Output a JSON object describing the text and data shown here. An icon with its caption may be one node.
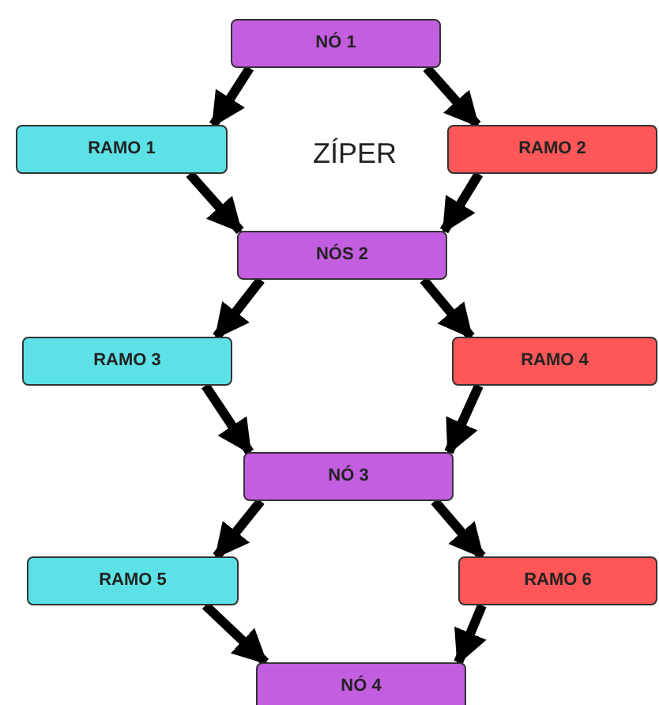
{
  "diagram": {
    "nodes": [
      {
        "text": [
          "NÓ 1"
        ]
      },
      {
        "text": [
          "RAMO 1"
        ]
      },
      {
        "text": [
          "RAMO 2"
        ]
      },
      {
        "text": [
          "NÓS 2"
        ]
      },
      {
        "text": [
          "RAMO 3"
        ]
      },
      {
        "text": [
          "RAMO 4"
        ]
      },
      {
        "text": [
          "NÓ 3"
        ]
      },
      {
        "text": [
          "RAMO 5"
        ]
      },
      {
        "text": [
          "RAMO 6"
        ]
      },
      {
        "text": [
          "NÓ 4"
        ]
      }
    ],
    "edges": [
      {
        "from": 0,
        "to": 1,
        "arrow": "to"
      },
      {
        "from": 0,
        "to": 2,
        "arrow": "to"
      },
      {
        "from": 1,
        "to": 3,
        "arrow": "to"
      },
      {
        "from": 2,
        "to": 3,
        "arrow": "to"
      },
      {
        "from": 3,
        "to": 4,
        "arrow": "to"
      },
      {
        "from": 3,
        "to": 5,
        "arrow": "to"
      },
      {
        "from": 4,
        "to": 6,
        "arrow": "to"
      },
      {
        "from": 5,
        "to": 6,
        "arrow": "to"
      },
      {
        "from": 6,
        "to": 7,
        "arrow": "to"
      },
      {
        "from": 6,
        "to": 8,
        "arrow": "to"
      },
      {
        "from": 7,
        "to": 9,
        "arrow": "to"
      },
      {
        "from": 8,
        "to": 9,
        "arrow": "to"
      }
    ],
    "labels": [
      "ZÍPER"
    ]
  }
}
